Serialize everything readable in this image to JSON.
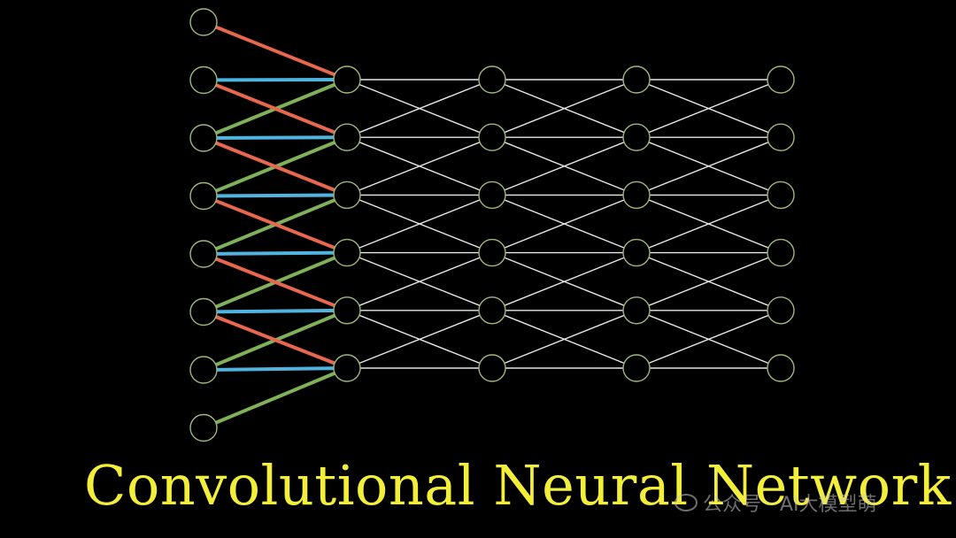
{
  "title": "Convolutional Neural Network",
  "watermark": "公众号 · AI大模型萌",
  "colors": {
    "background": "#000000",
    "node_stroke": "#9fb87a",
    "node_fill": "#000000",
    "dense_edge": "#e8e8e8",
    "conv_edge_left": "#e8674f",
    "conv_edge_middle": "#4fb4e0",
    "conv_edge_right": "#7fb05a",
    "title": "#f2ee3a"
  },
  "network": {
    "input_nodes": 8,
    "hidden_layers": 4,
    "hidden_nodes_per_layer": 6,
    "kernel_size": 3
  }
}
